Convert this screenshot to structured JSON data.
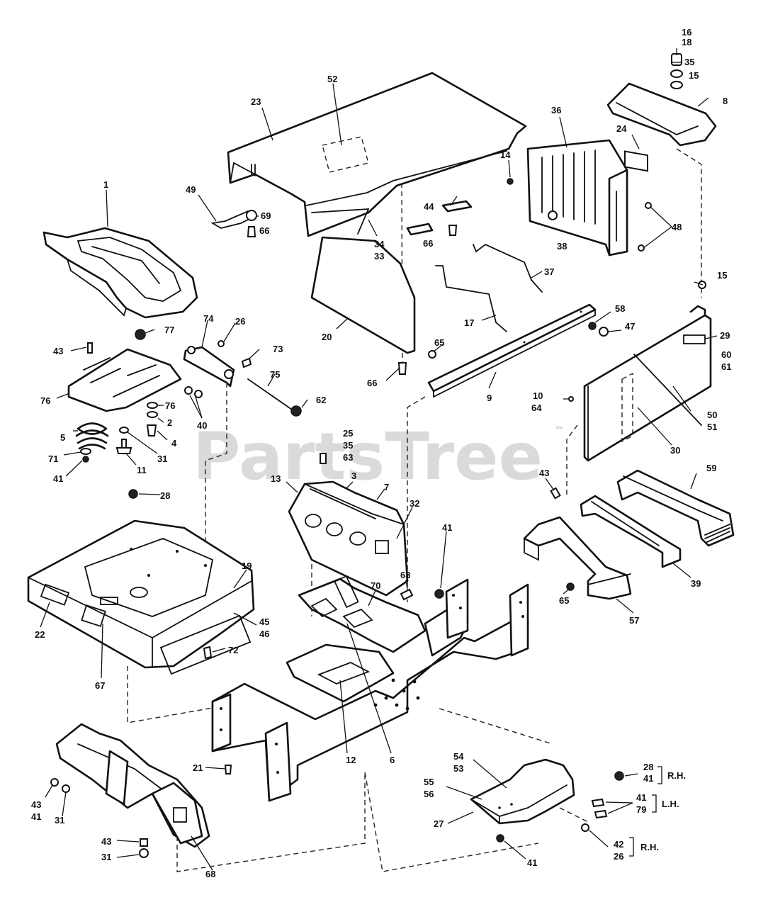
{
  "watermark": {
    "text": "PartsTree",
    "tm": "™"
  },
  "callouts": {
    "c16": "16",
    "c18": "18",
    "c35a": "35",
    "c15a": "15",
    "c8": "8",
    "c52": "52",
    "c23": "23",
    "c36": "36",
    "c24": "24",
    "c14": "14",
    "c48": "48",
    "c38": "38",
    "c1": "1",
    "c49": "49",
    "c69": "69",
    "c66a": "66",
    "c34": "34",
    "c33": "33",
    "c44": "44",
    "c66b": "66",
    "c37": "37",
    "c15b": "15",
    "c20": "20",
    "c17": "17",
    "c58": "58",
    "c47": "47",
    "c29": "29",
    "c60": "60",
    "c61": "61",
    "c77": "77",
    "c26a": "26",
    "c74": "74",
    "c43a": "43",
    "c73": "73",
    "c65a": "65",
    "c66c": "66",
    "c9": "9",
    "c76a": "76",
    "c75": "75",
    "c76b": "76",
    "c62": "62",
    "c10": "10",
    "c64": "64",
    "c50": "50",
    "c51": "51",
    "c2": "2",
    "c40": "40",
    "c5": "5",
    "c4": "4",
    "c30": "30",
    "c31a": "31",
    "c71": "71",
    "c11": "11",
    "c41a": "41",
    "c25": "25",
    "c35b": "35",
    "c63a": "63",
    "c59": "59",
    "c13": "13",
    "c3": "3",
    "c7": "7",
    "c28a": "28",
    "c32": "32",
    "c43b": "43",
    "c41b": "41",
    "c19": "19",
    "c63b": "63",
    "c70": "70",
    "c65b": "65",
    "c39": "39",
    "c22": "22",
    "c45": "45",
    "c46": "46",
    "c57": "57",
    "c72": "72",
    "c67": "67",
    "c6": "6",
    "c12": "12",
    "c21": "21",
    "c68": "68",
    "c54": "54",
    "c53": "53",
    "c28b": "28",
    "c41c": "41",
    "c55": "55",
    "c56": "56",
    "c41d": "41",
    "c79": "79",
    "c43c": "43",
    "c41e": "41",
    "c31b": "31",
    "c27": "27",
    "c43d": "43",
    "c42": "42",
    "c26b": "26",
    "c31c": "31",
    "c41f": "41"
  },
  "side_labels": {
    "rh_top": "R.H.",
    "lh": "L.H.",
    "rh_bottom": "R.H."
  }
}
